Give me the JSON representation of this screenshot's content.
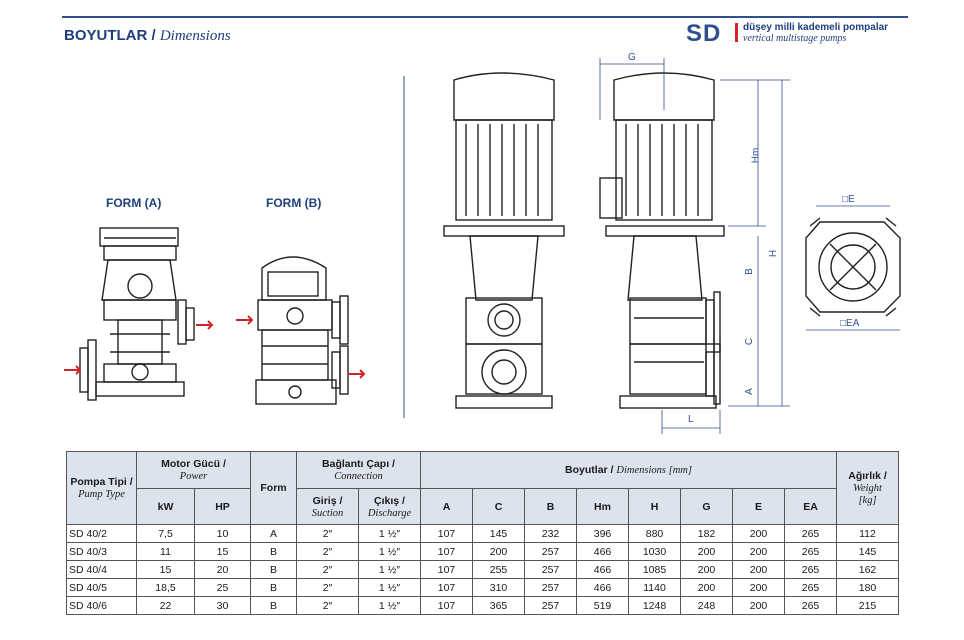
{
  "header": {
    "title_bold": "BOYUTLAR /",
    "title_italic": "Dimensions",
    "brand_logo": "SD",
    "brand_line1": "düşey milli kademeli pompalar",
    "brand_line2": "vertical multistage pumps"
  },
  "drawings": {
    "form_a": "FORM (A)",
    "form_b": "FORM (B)",
    "labels": {
      "g": "G",
      "hm": "Hm",
      "h": "H",
      "b": "B",
      "c": "C",
      "a": "A",
      "l": "L",
      "e": "□E",
      "ea": "□EA"
    }
  },
  "table": {
    "col_pump_bold": "Pompa Tipi /",
    "col_pump_italic": "Pump Type",
    "col_motor_bold": "Motor Gücü /",
    "col_motor_italic": "Power",
    "col_kw": "kW",
    "col_hp": "HP",
    "col_form": "Form",
    "col_conn_bold": "Bağlantı Çapı /",
    "col_conn_italic": "Connection",
    "col_suction_bold": "Giriş /",
    "col_suction_italic": "Suction",
    "col_discharge_bold": "Çıkış /",
    "col_discharge_italic": "Discharge",
    "col_dims_bold": "Boyutlar /",
    "col_dims_italic": "Dimensions [mm]",
    "dim_cols": [
      "A",
      "C",
      "B",
      "Hm",
      "H",
      "G",
      "E",
      "EA"
    ],
    "col_weight_bold": "Ağırlık /",
    "col_weight_italic": "Weight",
    "col_weight_unit": "[kg]",
    "rows": [
      [
        "SD 40/2",
        "7,5",
        "10",
        "A",
        "2″",
        "1 ½″",
        "107",
        "145",
        "232",
        "396",
        "880",
        "182",
        "200",
        "265",
        "112"
      ],
      [
        "SD 40/3",
        "11",
        "15",
        "B",
        "2″",
        "1 ½″",
        "107",
        "200",
        "257",
        "466",
        "1030",
        "200",
        "200",
        "265",
        "145"
      ],
      [
        "SD 40/4",
        "15",
        "20",
        "B",
        "2″",
        "1 ½″",
        "107",
        "255",
        "257",
        "466",
        "1085",
        "200",
        "200",
        "265",
        "162"
      ],
      [
        "SD 40/5",
        "18,5",
        "25",
        "B",
        "2″",
        "1 ½″",
        "107",
        "310",
        "257",
        "466",
        "1140",
        "200",
        "200",
        "265",
        "180"
      ],
      [
        "SD 40/6",
        "22",
        "30",
        "B",
        "2″",
        "1 ½″",
        "107",
        "365",
        "257",
        "519",
        "1248",
        "248",
        "200",
        "265",
        "215"
      ]
    ]
  }
}
